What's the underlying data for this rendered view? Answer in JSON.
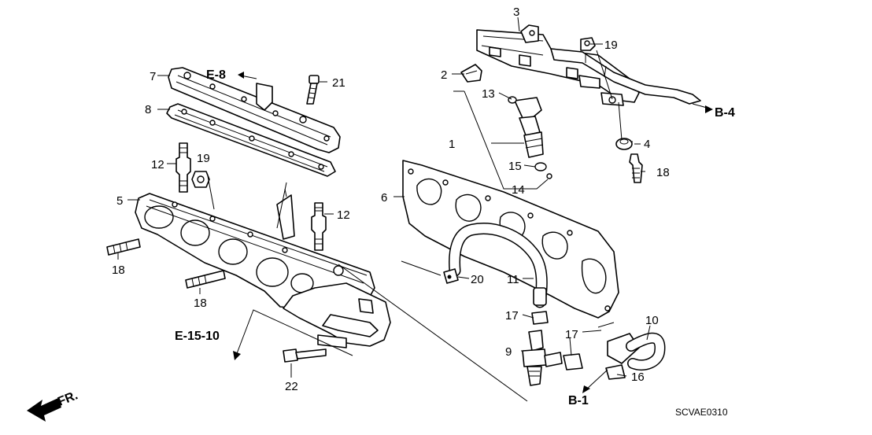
{
  "diagram": {
    "code": "SCVAE0310",
    "front_label": "FR.",
    "refs": {
      "e8": "E-8",
      "b4": "B-4",
      "e1510": "E-15-10",
      "b1": "B-1"
    },
    "callouts": {
      "c1": "1",
      "c2": "2",
      "c3": "3",
      "c4": "4",
      "c5": "5",
      "c6": "6",
      "c7": "7",
      "c8": "8",
      "c9": "9",
      "c10": "10",
      "c11": "11",
      "c12a": "12",
      "c12b": "12",
      "c13": "13",
      "c14": "14",
      "c15": "15",
      "c16": "16",
      "c17a": "17",
      "c17b": "17",
      "c18a": "18",
      "c18b": "18",
      "c18c": "18",
      "c19a": "19",
      "c19b": "19",
      "c20": "20",
      "c21": "21",
      "c22": "22"
    }
  }
}
